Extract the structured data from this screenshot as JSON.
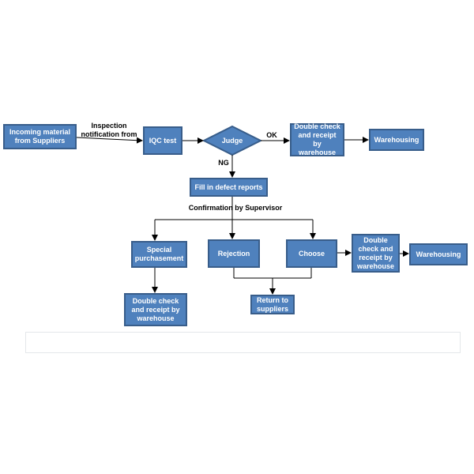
{
  "nodes": {
    "incoming": "Incoming material\nfrom Suppliers",
    "iqc": "IQC test",
    "judge": "Judge",
    "double_check_top": "Double check\nand receipt\nby warehouse",
    "warehousing_top": "Warehousing",
    "fill_defect": "Fill in defect reports",
    "special": "Special\npurchasement",
    "rejection": "Rejection",
    "choose": "Choose",
    "double_check_right": "Double\ncheck and\nreceipt by\nwarehouse",
    "warehousing_right": "Warehousing",
    "double_check_bottom": "Double check\nand receipt by\nwarehouse",
    "return": "Return to\nsuppliers"
  },
  "edge_labels": {
    "inspection": "Inspection\nnotification from",
    "ok": "OK",
    "ng": "NG",
    "confirmation": "Confirmation by Supervisor"
  },
  "colors": {
    "box_fill": "#4f81bd",
    "box_border": "#385d8a",
    "line": "#000000"
  }
}
